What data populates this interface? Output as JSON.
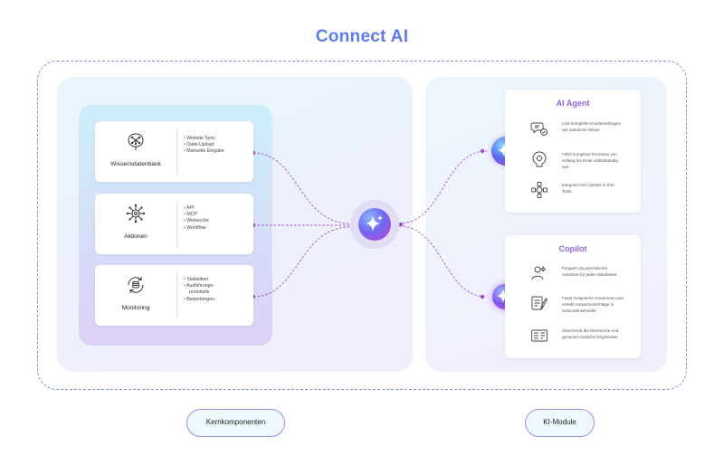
{
  "title": "Connect AI",
  "core_components": [
    {
      "label": "Wissensdatenbank",
      "icon": "brain-network-icon",
      "items": [
        "Website Sync",
        "Datei-Upload",
        "Manuelle Eingabe"
      ]
    },
    {
      "label": "Aktionen",
      "icon": "gear-network-icon",
      "items": [
        "API",
        "MCP",
        "Websuche",
        "Workflow"
      ]
    },
    {
      "label": "Monitoring",
      "icon": "monitoring-refresh-icon",
      "items": [
        "Statistiken",
        "Ausführungs-",
        "protokolle",
        "Bewertungen"
      ]
    }
  ],
  "modules": [
    {
      "title": "AI Agent",
      "features": [
        {
          "icon": "chat-bubbles-icon",
          "lines": [
            "Löst komplette Kundenanfragen",
            "auf natürliche Weise"
          ]
        },
        {
          "icon": "brain-gear-icon",
          "lines": [
            "Führt komplexe Prozesse von",
            "Anfang bis Ende selbstständig",
            "aus"
          ]
        },
        {
          "icon": "integration-nodes-icon",
          "lines": [
            "Integriert sich nahtlos in Ihre",
            "Tools"
          ]
        }
      ]
    },
    {
      "title": "Copilot",
      "features": [
        {
          "icon": "assistant-person-icon",
          "lines": [
            "Fungiert als persönlicher",
            "Assistent für jeden Mitarbeiter"
          ]
        },
        {
          "icon": "document-pen-icon",
          "lines": [
            "Fasst Gespräche zusammen und",
            "erstellt Antwortvorschläge in",
            "Sekundenschnelle"
          ]
        },
        {
          "icon": "research-document-icon",
          "lines": [
            "Übernimmt die Recherche und",
            "generiert nützliche Ergebnisse"
          ]
        }
      ]
    }
  ],
  "labels": {
    "left": "Kernkomponenten",
    "right": "KI-Module"
  },
  "colors": {
    "accent_blue": "#3aa0e8",
    "accent_purple": "#9a4fe0",
    "connector": "#a24fc9"
  }
}
